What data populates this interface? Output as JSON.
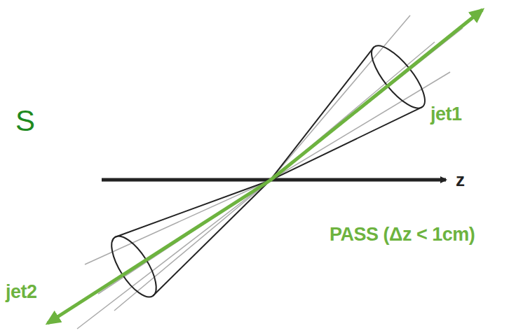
{
  "diagram": {
    "labels": [
      "S",
      "jet1",
      "z",
      "PASS (Δz < 1cm)",
      "jet2"
    ]
  }
}
